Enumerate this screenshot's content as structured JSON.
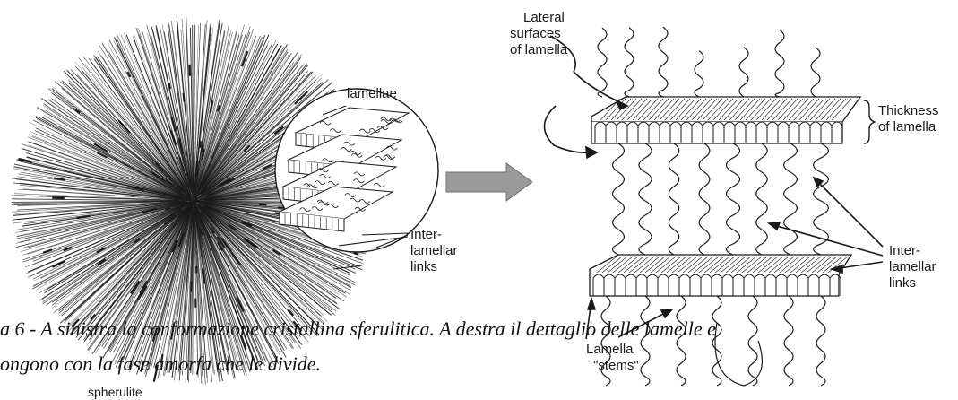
{
  "left_figure": {
    "lamellae_label": "lamellae",
    "interlamellar_label_1": "Inter-",
    "interlamellar_label_2": "lamellar",
    "interlamellar_label_3": "links",
    "spherulite_label": "spherulite"
  },
  "right_figure": {
    "lateral_1": "Lateral",
    "lateral_2": "surfaces",
    "lateral_3": "of lamella",
    "thickness_1": "Thickness",
    "thickness_2": "of lamella",
    "interlamellar_1": "Inter-",
    "interlamellar_2": "lamellar",
    "interlamellar_3": "links",
    "stems_1": "Lamella",
    "stems_2": "\"stems\""
  },
  "caption": {
    "line1_prefix": "a 6 - ",
    "line1": "A sinistra la conformazione cristallina sferulitica. A destra il dettaglio delle lamelle e",
    "line2": "ongono con la fase amorfa che le divide."
  },
  "colors": {
    "ink": "#1a1a1a",
    "arrow_fill": "#9a9a9a",
    "background": "#ffffff"
  }
}
